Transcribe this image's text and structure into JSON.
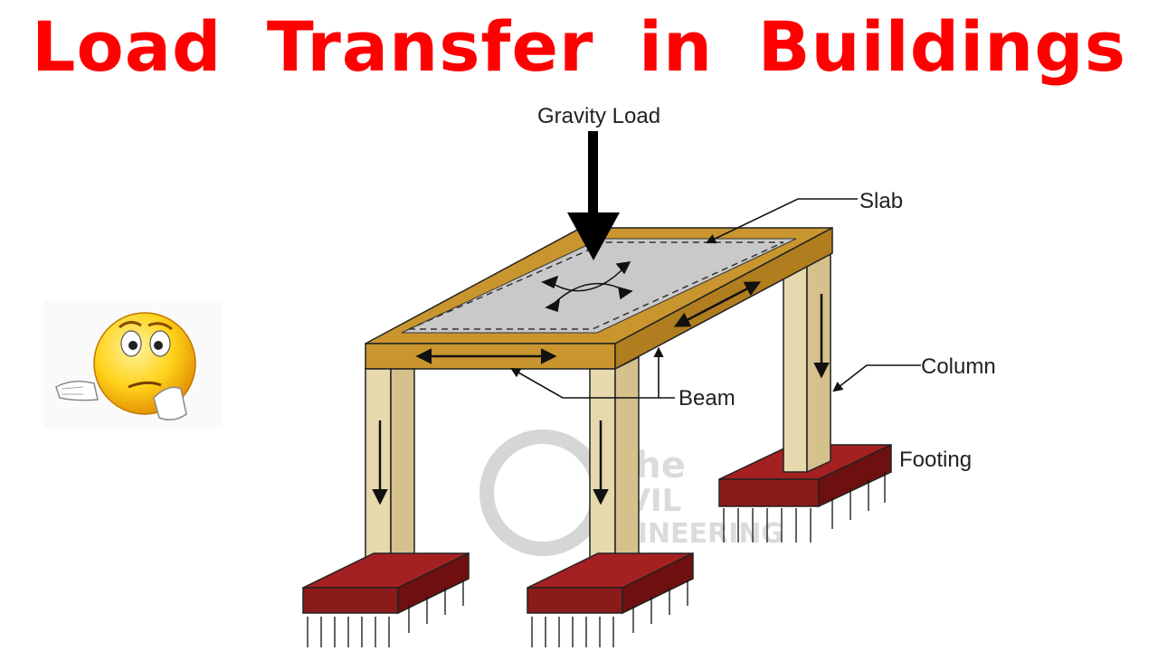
{
  "title": "Load Transfer in Buildings",
  "labels": {
    "gravity_load": "Gravity Load",
    "slab": "Slab",
    "column": "Column",
    "beam": "Beam",
    "footing": "Footing"
  },
  "watermark": {
    "line1": "The",
    "line2": "CIVIL",
    "line3": "NGINEERING"
  },
  "colors": {
    "title": "#ff0000",
    "beam": "#c8952e",
    "slab": "#c9c9c9",
    "column": "#e7d8ae",
    "footing": "#8b1a1a"
  },
  "icons": [
    "thinking-emoji-icon"
  ]
}
